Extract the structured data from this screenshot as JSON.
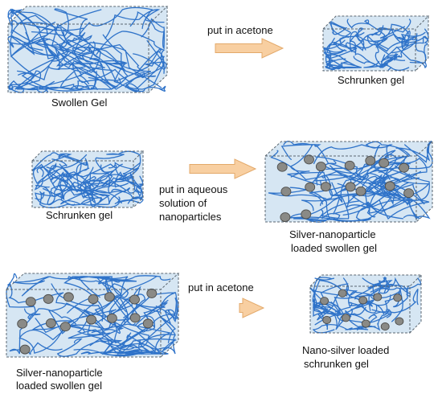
{
  "rows": [
    {
      "left_label": [
        "Swollen Gel"
      ],
      "step_text": [
        "put in acetone"
      ],
      "right_label": [
        "Schrunken gel"
      ]
    },
    {
      "left_label": [
        "Schrunken gel"
      ],
      "step_text": [
        "put in aqueous",
        "solution of",
        "nanoparticles"
      ],
      "right_label": [
        "Silver-nanoparticle",
        "loaded swollen gel"
      ]
    },
    {
      "left_label": [
        "Silver-nanoparticle",
        "loaded swollen gel"
      ],
      "step_text": [
        "put in acetone"
      ],
      "right_label": [
        "Nano-silver loaded",
        "schrunken gel"
      ]
    }
  ],
  "colors": {
    "gel_fill": "#d6e6f3",
    "gel_edge": "#5a6670",
    "polymer_strand": "#2f73c9",
    "nanoparticle_fill": "#8a8a86",
    "nanoparticle_edge": "#4d4d4b",
    "arrow_fill": "#f8cfa1",
    "arrow_edge": "#e3a96a"
  }
}
